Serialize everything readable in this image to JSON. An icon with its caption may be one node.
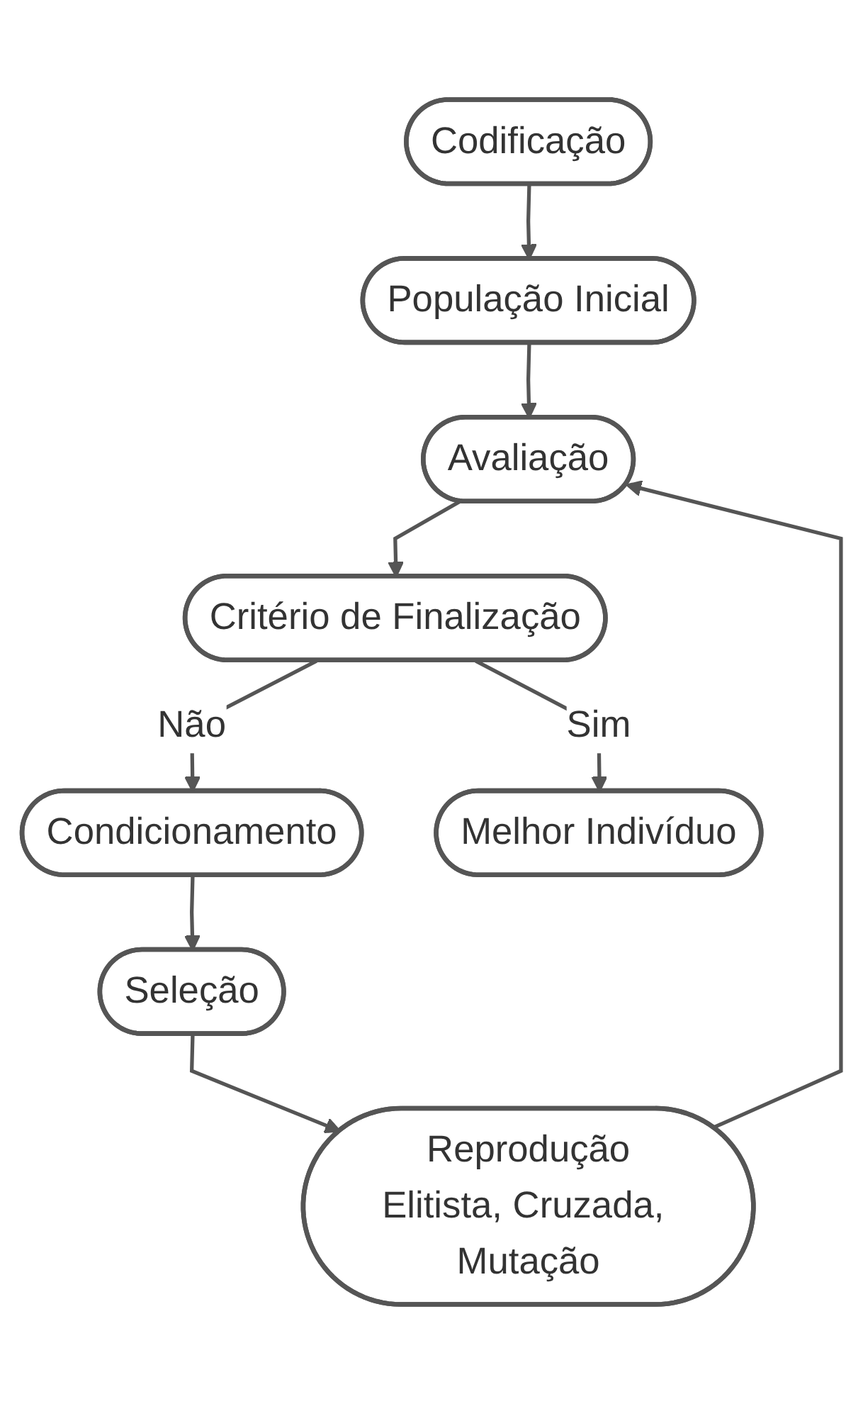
{
  "diagram": {
    "nodes": [
      {
        "text": [
          "Codificação"
        ]
      },
      {
        "text": [
          "População Inicial"
        ]
      },
      {
        "text": [
          "Avaliação"
        ]
      },
      {
        "text": [
          "Critério de Finalização"
        ]
      },
      {
        "text": [
          "Condicionamento"
        ]
      },
      {
        "text": [
          "Seleção"
        ]
      },
      {
        "text": [
          "Reprodução",
          "Elitista, Cruzada, Mutação"
        ]
      },
      {
        "text": [
          "Melhor Indivíduo"
        ]
      }
    ],
    "edges": [
      {
        "from": 0,
        "to": 1,
        "arrow": "to"
      },
      {
        "from": 1,
        "to": 2,
        "arrow": "to"
      },
      {
        "from": 2,
        "to": 3,
        "arrow": "to"
      },
      {
        "from": 3,
        "to": 4,
        "label": "Não",
        "arrow": "to"
      },
      {
        "from": 4,
        "to": 5,
        "arrow": "to"
      },
      {
        "from": 5,
        "to": 6,
        "arrow": "to"
      },
      {
        "from": 6,
        "to": 2,
        "arrow": "to"
      },
      {
        "from": 3,
        "to": 7,
        "label": "Sim",
        "arrow": "to"
      }
    ]
  }
}
